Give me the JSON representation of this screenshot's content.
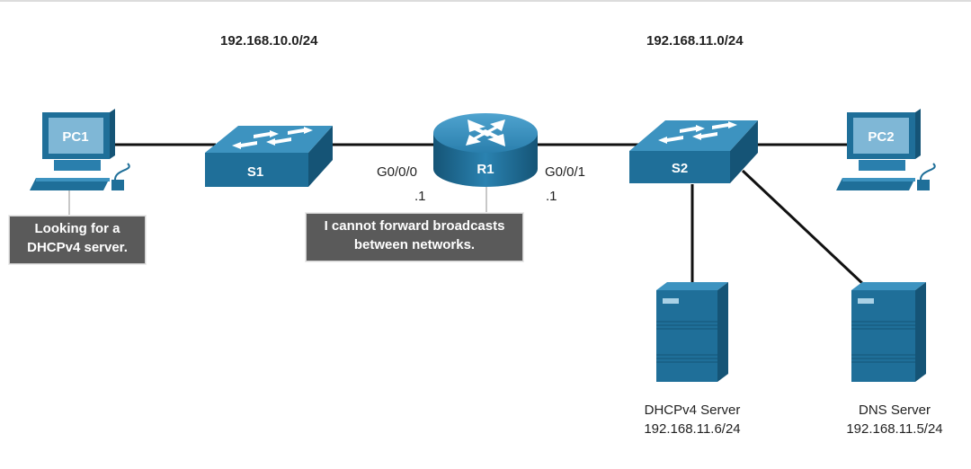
{
  "networks": {
    "left": "192.168.10.0/24",
    "right": "192.168.11.0/24"
  },
  "devices": {
    "pc1": "PC1",
    "pc2": "PC2",
    "s1": "S1",
    "s2": "S2",
    "r1": "R1"
  },
  "ports": {
    "r1_left_iface": "G0/0/0",
    "r1_left_ip": ".1",
    "r1_right_iface": "G0/0/1",
    "r1_right_ip": ".1"
  },
  "callouts": {
    "pc1": [
      "Looking for a",
      "DHCPv4 server."
    ],
    "r1": [
      "I cannot forward broadcasts",
      "between networks."
    ]
  },
  "servers": {
    "dhcp": {
      "name": "DHCPv4 Server",
      "ip": "192.168.11.6/24"
    },
    "dns": {
      "name": "DNS Server",
      "ip": "192.168.11.5/24"
    }
  },
  "colors": {
    "device_blue": "#1f6f99",
    "device_light": "#3d93c0",
    "device_dark": "#155476",
    "link": "#111111",
    "callout_bg": "#5a5a5a"
  }
}
